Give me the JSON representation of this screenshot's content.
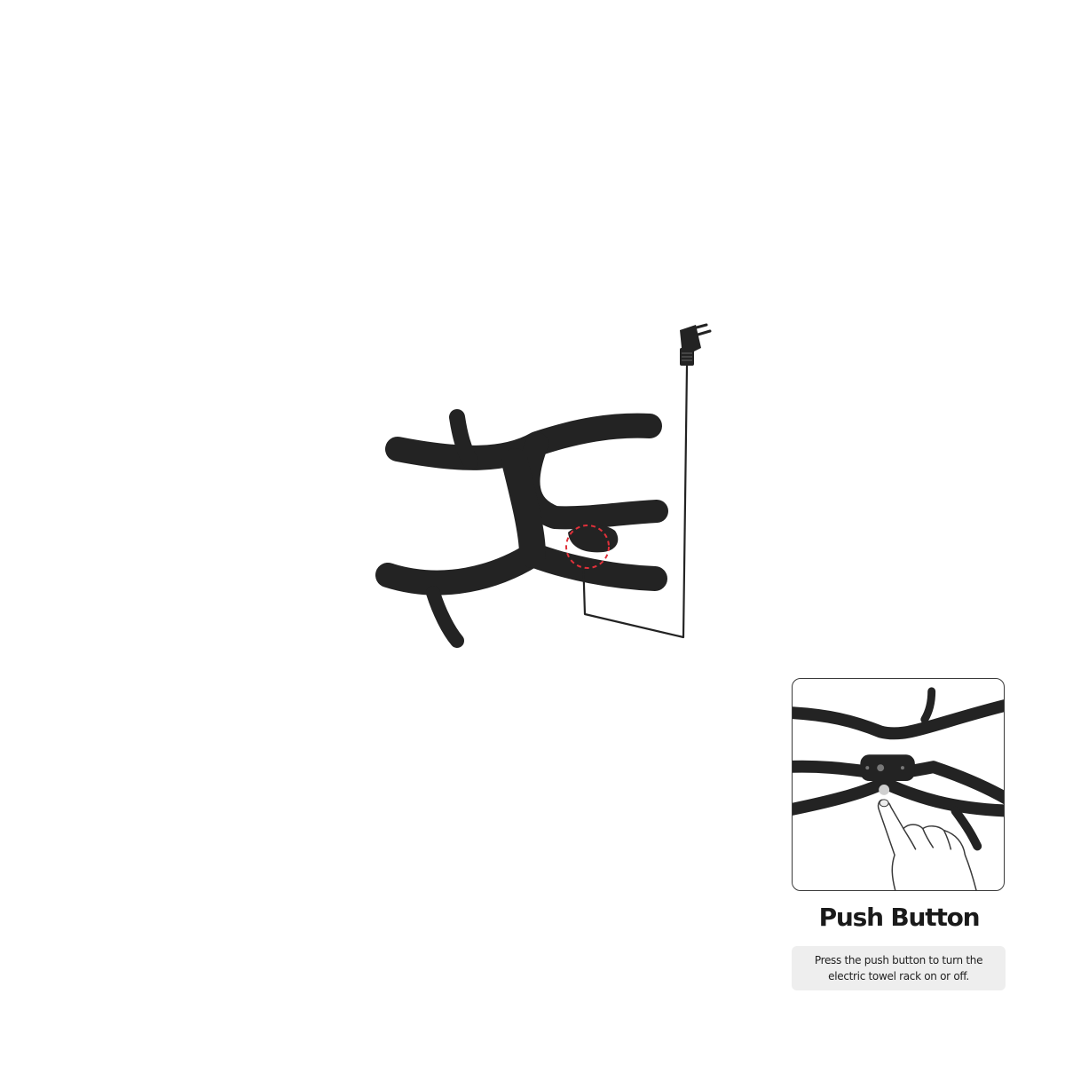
{
  "feature": {
    "title": "Push Button",
    "description": "Press the push button to turn the electric towel rack on or off."
  },
  "colors": {
    "product": "#232323",
    "highlight_ring": "#e0303a",
    "caption_background": "#eeeeee"
  },
  "icons": {
    "product": "antler-towel-rack-illustration",
    "plug": "power-plug-icon",
    "detail": "finger-pressing-button-illustration"
  }
}
